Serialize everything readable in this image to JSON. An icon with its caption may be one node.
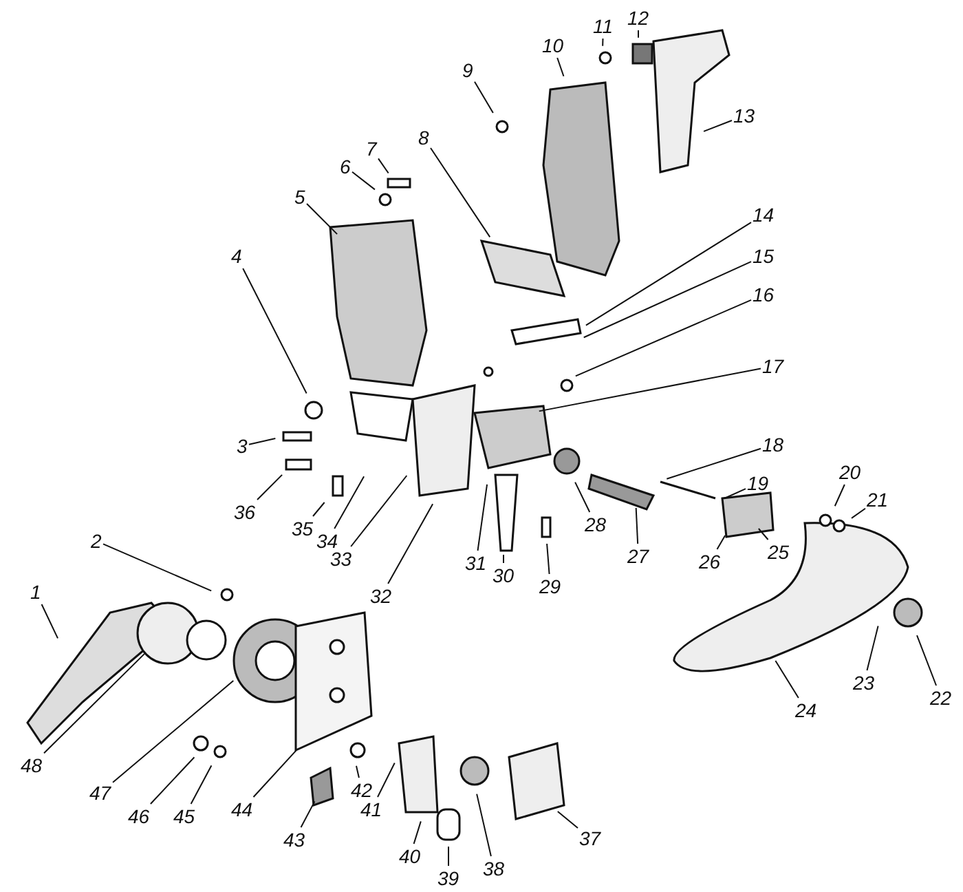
{
  "diagram": {
    "nodes": [
      {
        "text": [
          "1"
        ]
      },
      {
        "text": [
          "2"
        ]
      },
      {
        "text": [
          "3"
        ]
      },
      {
        "text": [
          "4"
        ]
      },
      {
        "text": [
          "5"
        ]
      },
      {
        "text": [
          "6"
        ]
      },
      {
        "text": [
          "7"
        ]
      },
      {
        "text": [
          "8"
        ]
      },
      {
        "text": [
          "9"
        ]
      },
      {
        "text": [
          "10"
        ]
      },
      {
        "text": [
          "11"
        ]
      },
      {
        "text": [
          "12"
        ]
      },
      {
        "text": [
          "13"
        ]
      },
      {
        "text": [
          "14"
        ]
      },
      {
        "text": [
          "15"
        ]
      },
      {
        "text": [
          "16"
        ]
      },
      {
        "text": [
          "17"
        ]
      },
      {
        "text": [
          "18"
        ]
      },
      {
        "text": [
          "19"
        ]
      },
      {
        "text": [
          "20"
        ]
      },
      {
        "text": [
          "21"
        ]
      },
      {
        "text": [
          "22"
        ]
      },
      {
        "text": [
          "23"
        ]
      },
      {
        "text": [
          "24"
        ]
      },
      {
        "text": [
          "25"
        ]
      },
      {
        "text": [
          "26"
        ]
      },
      {
        "text": [
          "27"
        ]
      },
      {
        "text": [
          "28"
        ]
      },
      {
        "text": [
          "29"
        ]
      },
      {
        "text": [
          "30"
        ]
      },
      {
        "text": [
          "31"
        ]
      },
      {
        "text": [
          "32"
        ]
      },
      {
        "text": [
          "33"
        ]
      },
      {
        "text": [
          "34"
        ]
      },
      {
        "text": [
          "35"
        ]
      },
      {
        "text": [
          "36"
        ]
      },
      {
        "text": [
          "37"
        ]
      },
      {
        "text": [
          "38"
        ]
      },
      {
        "text": [
          "39"
        ]
      },
      {
        "text": [
          "40"
        ]
      },
      {
        "text": [
          "41"
        ]
      },
      {
        "text": [
          "42"
        ]
      },
      {
        "text": [
          "43"
        ]
      },
      {
        "text": [
          "44"
        ]
      },
      {
        "text": [
          "45"
        ]
      },
      {
        "text": [
          "46"
        ]
      },
      {
        "text": [
          "47"
        ]
      },
      {
        "text": [
          "48"
        ]
      }
    ],
    "edges": [
      {
        "from": 0,
        "to": null,
        "arrow": "none"
      },
      {
        "from": 1,
        "to": null,
        "arrow": "none"
      },
      {
        "from": 2,
        "to": null,
        "arrow": "none"
      },
      {
        "from": 3,
        "to": null,
        "arrow": "none"
      },
      {
        "from": 4,
        "to": null,
        "arrow": "none"
      },
      {
        "from": 5,
        "to": null,
        "arrow": "none"
      },
      {
        "from": 6,
        "to": null,
        "arrow": "none"
      },
      {
        "from": 7,
        "to": null,
        "arrow": "none"
      },
      {
        "from": 8,
        "to": null,
        "arrow": "none"
      },
      {
        "from": 9,
        "to": null,
        "arrow": "none"
      },
      {
        "from": 10,
        "to": null,
        "arrow": "none"
      },
      {
        "from": 11,
        "to": null,
        "arrow": "none"
      },
      {
        "from": 12,
        "to": null,
        "arrow": "none"
      },
      {
        "from": 13,
        "to": null,
        "arrow": "none"
      },
      {
        "from": 14,
        "to": null,
        "arrow": "none"
      },
      {
        "from": 15,
        "to": null,
        "arrow": "none"
      },
      {
        "from": 16,
        "to": null,
        "arrow": "none"
      },
      {
        "from": 17,
        "to": null,
        "arrow": "none"
      },
      {
        "from": 18,
        "to": null,
        "arrow": "none"
      },
      {
        "from": 19,
        "to": null,
        "arrow": "none"
      },
      {
        "from": 20,
        "to": null,
        "arrow": "none"
      },
      {
        "from": 21,
        "to": null,
        "arrow": "none"
      },
      {
        "from": 22,
        "to": null,
        "arrow": "none"
      },
      {
        "from": 23,
        "to": null,
        "arrow": "none"
      },
      {
        "from": 24,
        "to": null,
        "arrow": "none"
      },
      {
        "from": 25,
        "to": null,
        "arrow": "none"
      },
      {
        "from": 26,
        "to": null,
        "arrow": "none"
      },
      {
        "from": 27,
        "to": null,
        "arrow": "none"
      },
      {
        "from": 28,
        "to": null,
        "arrow": "none"
      },
      {
        "from": 29,
        "to": null,
        "arrow": "none"
      },
      {
        "from": 30,
        "to": null,
        "arrow": "none"
      },
      {
        "from": 31,
        "to": null,
        "arrow": "none"
      },
      {
        "from": 32,
        "to": null,
        "arrow": "none"
      },
      {
        "from": 33,
        "to": null,
        "arrow": "none"
      },
      {
        "from": 34,
        "to": null,
        "arrow": "none"
      },
      {
        "from": 35,
        "to": null,
        "arrow": "none"
      },
      {
        "from": 36,
        "to": null,
        "arrow": "none"
      },
      {
        "from": 37,
        "to": null,
        "arrow": "none"
      },
      {
        "from": 38,
        "to": null,
        "arrow": "none"
      },
      {
        "from": 39,
        "to": null,
        "arrow": "none"
      },
      {
        "from": 40,
        "to": null,
        "arrow": "none"
      },
      {
        "from": 41,
        "to": null,
        "arrow": "none"
      },
      {
        "from": 42,
        "to": null,
        "arrow": "none"
      },
      {
        "from": 43,
        "to": null,
        "arrow": "none"
      },
      {
        "from": 44,
        "to": null,
        "arrow": "none"
      },
      {
        "from": 45,
        "to": null,
        "arrow": "none"
      },
      {
        "from": 46,
        "to": null,
        "arrow": "none"
      },
      {
        "from": 47,
        "to": null,
        "arrow": "none"
      }
    ]
  }
}
